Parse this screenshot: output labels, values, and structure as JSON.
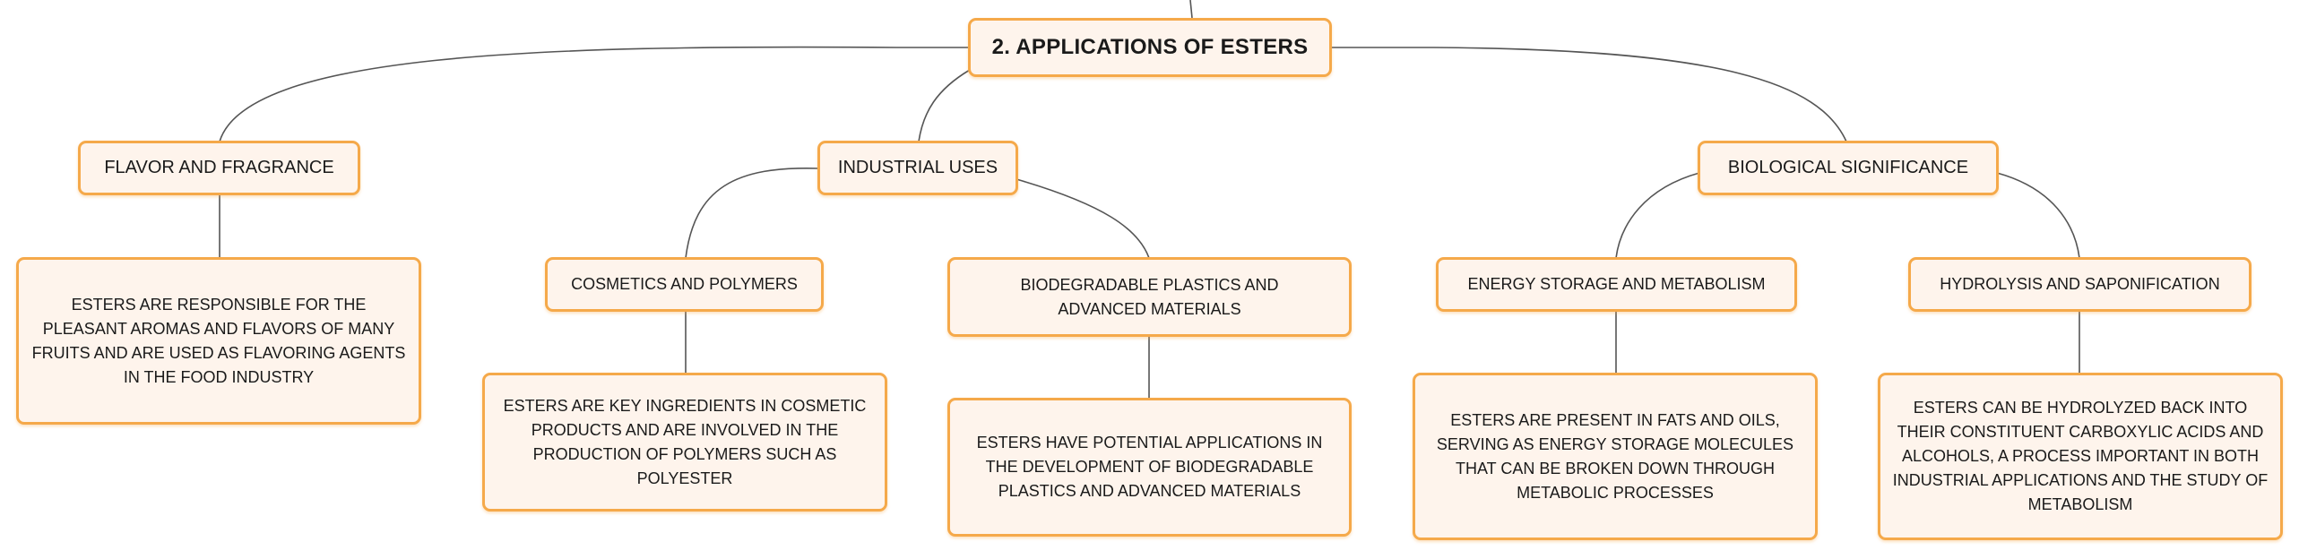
{
  "colors": {
    "accent": "#f5a94a",
    "fill": "#fef4ec",
    "line": "#555555"
  },
  "mindmap": {
    "root": {
      "label": "2. Applications of Esters"
    },
    "branches": [
      {
        "label": "Flavor and Fragrance",
        "detail": "Esters are responsible for the pleasant aromas and flavors of many fruits and are used as flavoring agents in the food industry"
      },
      {
        "label": "Industrial Uses",
        "children": [
          {
            "label": "Cosmetics and Polymers",
            "detail": "Esters are key ingredients in cosmetic products and are involved in the production of polymers such as polyester"
          },
          {
            "label": "Biodegradable Plastics and Advanced Materials",
            "detail": "Esters have potential applications in the development of biodegradable plastics and advanced materials"
          }
        ]
      },
      {
        "label": "Biological Significance",
        "children": [
          {
            "label": "Energy Storage and Metabolism",
            "detail": "Esters are present in fats and oils, serving as energy storage molecules that can be broken down through metabolic processes"
          },
          {
            "label": "Hydrolysis and Saponification",
            "detail": "Esters can be hydrolyzed back into their constituent carboxylic acids and alcohols, a process important in both industrial applications and the study of metabolism"
          }
        ]
      }
    ]
  }
}
